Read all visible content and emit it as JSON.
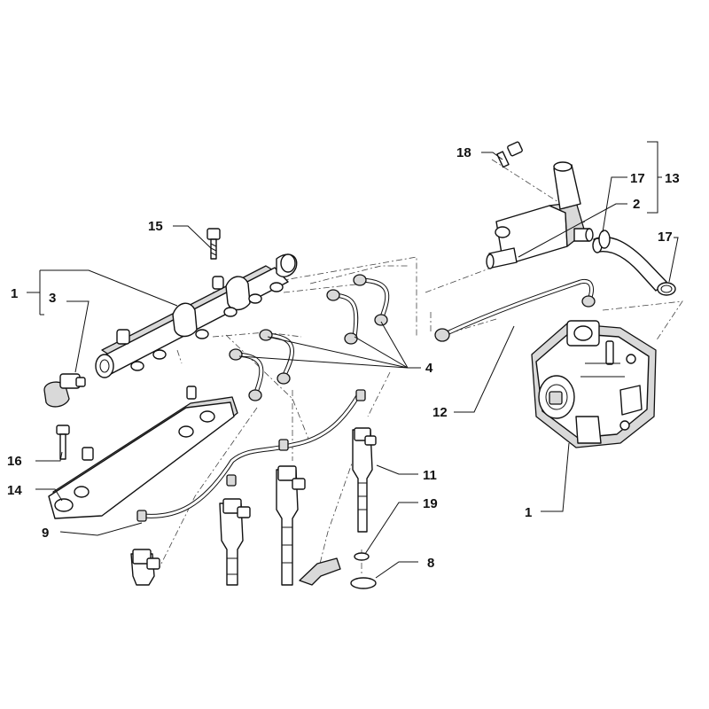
{
  "diagram": {
    "part_numbers": {
      "pump": "1",
      "rail_group": "1",
      "pipe_hose": "2",
      "sensor": "3",
      "injector_pipes": "4",
      "seal": "8",
      "return_hose": "9",
      "injector": "11",
      "pump_pipe": "12",
      "coolant_group": "13",
      "bracket": "14",
      "rail_bolt": "15",
      "bracket_bolt": "16",
      "clamp_a": "17",
      "clamp_b": "17",
      "flange_bolt": "18",
      "washer": "19"
    }
  }
}
